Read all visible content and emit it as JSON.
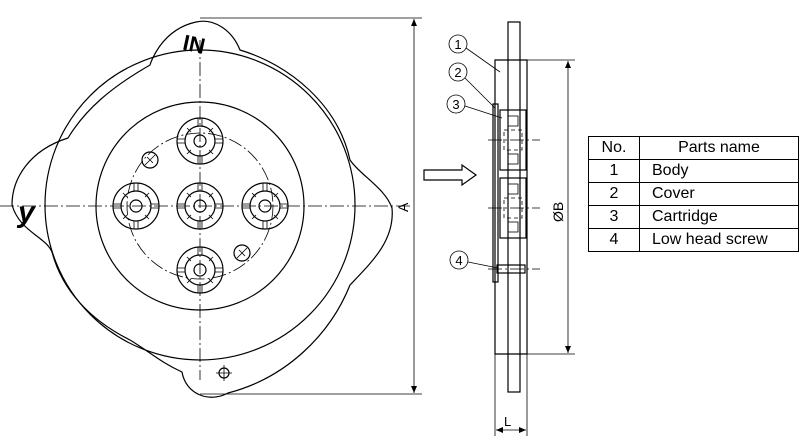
{
  "front_view": {
    "marking_in": "IN",
    "marking_logo": "y"
  },
  "dimensions": {
    "a": "A",
    "b": "ØB",
    "l": "L"
  },
  "balloons": [
    "1",
    "2",
    "3",
    "4"
  ],
  "parts_table": {
    "headers": {
      "no": "No.",
      "name": "Parts name"
    },
    "rows": [
      {
        "no": "1",
        "name": "Body"
      },
      {
        "no": "2",
        "name": "Cover"
      },
      {
        "no": "3",
        "name": "Cartridge"
      },
      {
        "no": "4",
        "name": "Low head screw"
      }
    ]
  }
}
